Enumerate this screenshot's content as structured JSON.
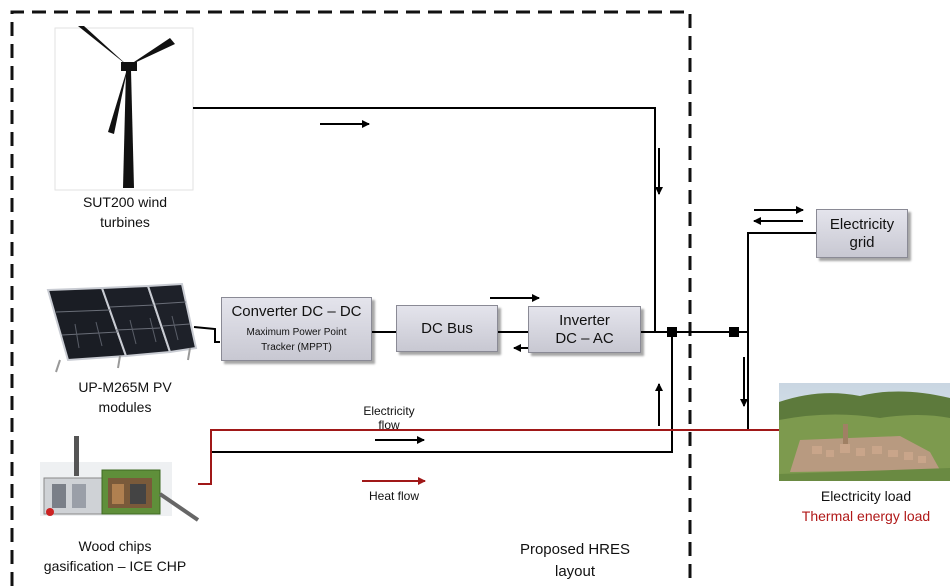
{
  "labels": {
    "wind": [
      "SUT200 wind",
      "turbines"
    ],
    "pv": [
      "UP-M265M PV",
      "modules"
    ],
    "chp": [
      "Wood chips",
      "gasification – ICE CHP"
    ],
    "hres": [
      "Proposed HRES",
      "layout"
    ],
    "elec_flow": [
      "Electricity",
      "flow"
    ],
    "heat_flow": "Heat flow",
    "elec_load": "Electricity load",
    "thermal_load": "Thermal energy load"
  },
  "boxes": {
    "converter_title": "Converter DC – DC",
    "converter_sub": [
      "Maximum Power Point",
      "Tracker (MPPT)"
    ],
    "dcbus": "DC Bus",
    "inverter": [
      "Inverter",
      "DC – AC"
    ],
    "grid": [
      "Electricity",
      "grid"
    ]
  },
  "colors": {
    "electricity_line": "#000000",
    "heat_line": "#a01818",
    "thermal_text": "#b01818"
  }
}
